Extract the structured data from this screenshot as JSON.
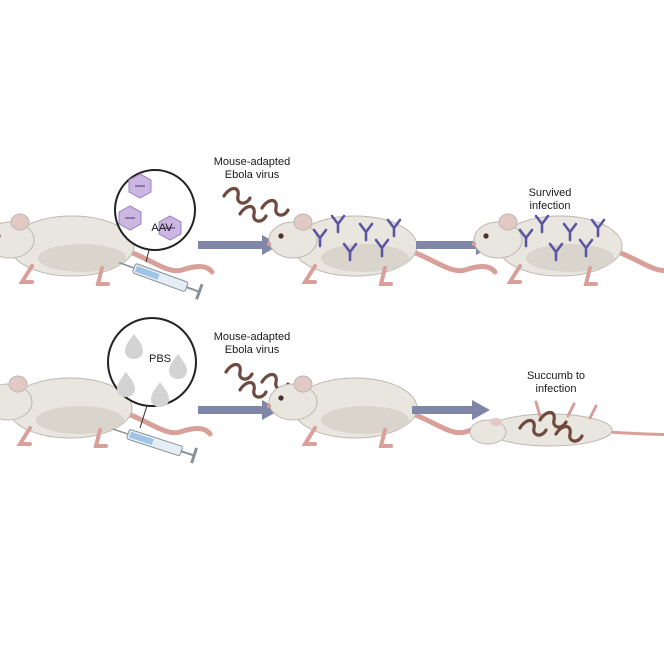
{
  "rows": [
    {
      "treatment_label": "AAV",
      "challenge_lines": [
        "Mouse-adapted",
        "Ebola virus"
      ],
      "outcome_lines": [
        "Survived",
        "infection"
      ]
    },
    {
      "treatment_label": "PBS",
      "challenge_lines": [
        "Mouse-adapted",
        "Ebola virus"
      ],
      "outcome_lines": [
        "Succumb to",
        "infection"
      ]
    }
  ],
  "colors": {
    "mouse_fur": "#e9e6e0",
    "mouse_shade": "#cfcac2",
    "mouse_outline": "#9c978f",
    "tail_pink": "#d9a09a",
    "arrow": "#7f86a7",
    "antibody": "#5c55a3",
    "virus": "#6e4a3f",
    "aav_capsid": "#cbb7e2",
    "pbs_drop": "#d3d3d3"
  }
}
